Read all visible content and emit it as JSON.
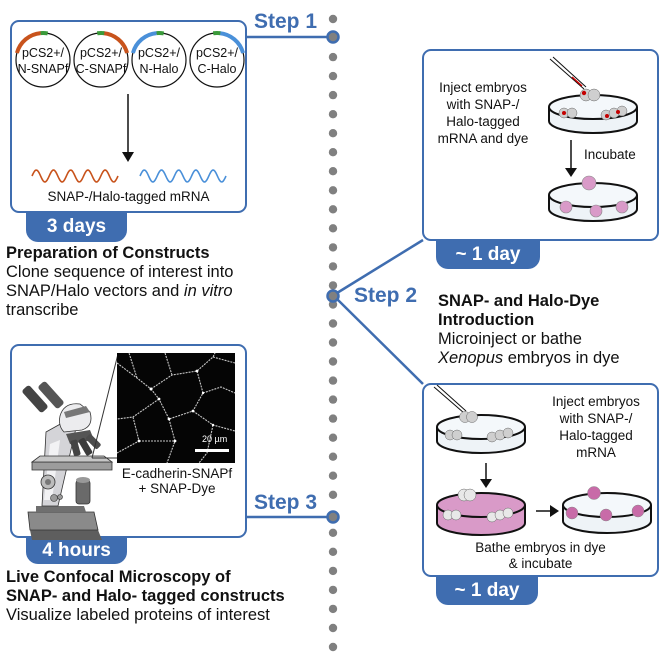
{
  "colors": {
    "accent": "#3f6db0",
    "snap": "#c8531c",
    "halo": "#4a90d9",
    "promoter": "#3a9a3a",
    "dye": "#d99ac8",
    "timeline_dot": "#808080"
  },
  "timeline": {
    "dot_count": 34,
    "steps": [
      {
        "label": "Step 1"
      },
      {
        "label": "Step 2"
      },
      {
        "label": "Step 3"
      }
    ]
  },
  "step1": {
    "plasmids": [
      {
        "line1": "pCS2+/",
        "line2": "N-SNAPf",
        "tag": "snap",
        "position": "N"
      },
      {
        "line1": "pCS2+/",
        "line2": "C-SNAPf",
        "tag": "snap",
        "position": "C"
      },
      {
        "line1": "pCS2+/",
        "line2": "N-Halo",
        "tag": "halo",
        "position": "N"
      },
      {
        "line1": "pCS2+/",
        "line2": "C-Halo",
        "tag": "halo",
        "position": "C"
      }
    ],
    "mrna_label": "SNAP-/Halo-tagged mRNA",
    "duration": "3 days",
    "title": "Preparation of Constructs",
    "desc_line1": "Clone sequence of interest into",
    "desc_line2_a": "SNAP/Halo vectors and ",
    "desc_line2_b": "in vitro",
    "desc_line3": "transcribe"
  },
  "step2": {
    "title_line1": "SNAP- and Halo-Dye",
    "title_line2": "Introduction",
    "desc_line1": "Microinject or bathe",
    "desc_line2_a": "Xenopus",
    "desc_line2_b": " embryos in dye",
    "inject_panel": {
      "text": [
        "Inject embryos",
        "with SNAP-/",
        "Halo-tagged",
        "mRNA and dye"
      ],
      "arrow_label": "Incubate",
      "duration": "~ 1 day"
    },
    "bathe_panel": {
      "text": [
        "Inject embryos",
        "with SNAP-/",
        "Halo-tagged",
        "mRNA"
      ],
      "caption": [
        "Bathe embryos in dye",
        "& incubate"
      ],
      "duration": "~ 1 day"
    }
  },
  "step3": {
    "image_caption_line1": "E-cadherin-SNAPf",
    "image_caption_line2": "+ SNAP-Dye",
    "scale_bar": "20 µm",
    "duration": "4 hours",
    "title_line1": "Live Confocal Microscopy of",
    "title_line2": "SNAP- and Halo- tagged constructs",
    "desc": "Visualize labeled proteins of interest"
  }
}
